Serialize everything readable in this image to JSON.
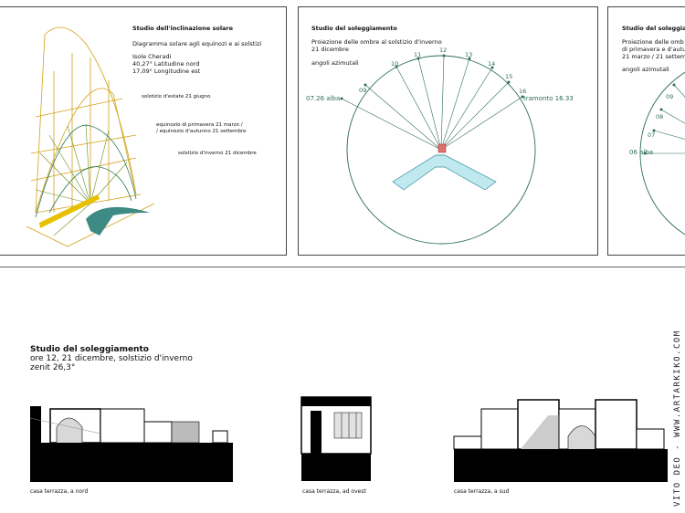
{
  "panel1": {
    "title": "Studio dell'inclinazione solare",
    "subtitle": "Diagramma solare agli equinozi e ai solstizi",
    "place": "Isole Cheradi",
    "latitude": "40,27° Latitudine nord",
    "longitude": "17,09° Longitudine est",
    "summer": "solstizio d'estate 21 giugno",
    "equinox1": "equinozio di primavera 21 marzo /",
    "equinox2": "/ equinozio d'autunno 21 settembre",
    "winter": "solstizio d'inverno 21 dicembre"
  },
  "panel2": {
    "title": "Studio del soleggiamento",
    "subtitle1": "Proiezione delle ombre al solstizio d'inverno",
    "subtitle2": "21 dicembre",
    "angles": "angoli azimutali",
    "hours": [
      "09",
      "10",
      "11",
      "12",
      "13",
      "14",
      "15",
      "16"
    ],
    "sunrise": "07.26 alba",
    "sunset": "tramonto 16.33"
  },
  "panel3": {
    "title": "Studio del soleggiamento",
    "line1": "Proiezione delle omb",
    "line2": "di primavera e d'autu",
    "line3": "21 marzo / 21 settem",
    "angles": "angoli azimutali",
    "hours": [
      "09",
      "08",
      "07"
    ],
    "sunrise": "06 alba"
  },
  "section": {
    "title": "Studio del soleggiamento",
    "line1": "ore 12, 21 dicembre, solstizio d'inverno",
    "line2": "zenit 26,3°",
    "cap_nord": "casa terrazza, a nord",
    "cap_ovest": "casa terrazza, ad ovest",
    "cap_sud": "casa terrazza, a sud"
  },
  "credit": "VITO DEO - WWW.ARTARKIKO.COM"
}
